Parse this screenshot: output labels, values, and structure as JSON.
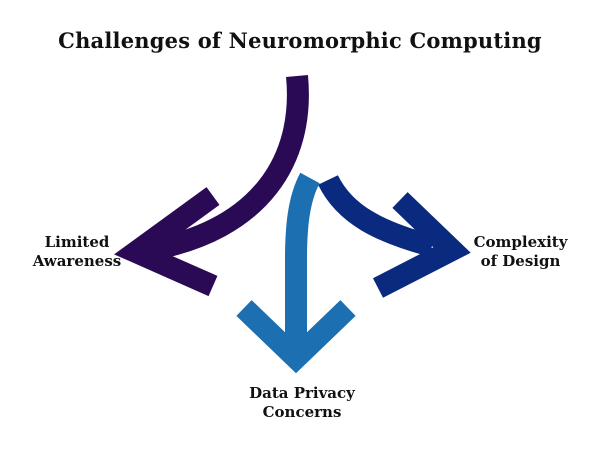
{
  "title": "Challenges of Neuromorphic Computing",
  "branches": {
    "left": {
      "line1": "Limited",
      "line2": "Awareness"
    },
    "right": {
      "line1": "Complexity",
      "line2": "of Design"
    },
    "bottom": {
      "line1": "Data Privacy",
      "line2": "Concerns"
    }
  },
  "colors": {
    "left_arrow": "#2a0a55",
    "right_arrow": "#0a2a80",
    "bottom_arrow": "#1c6fb0",
    "text": "#111111"
  }
}
